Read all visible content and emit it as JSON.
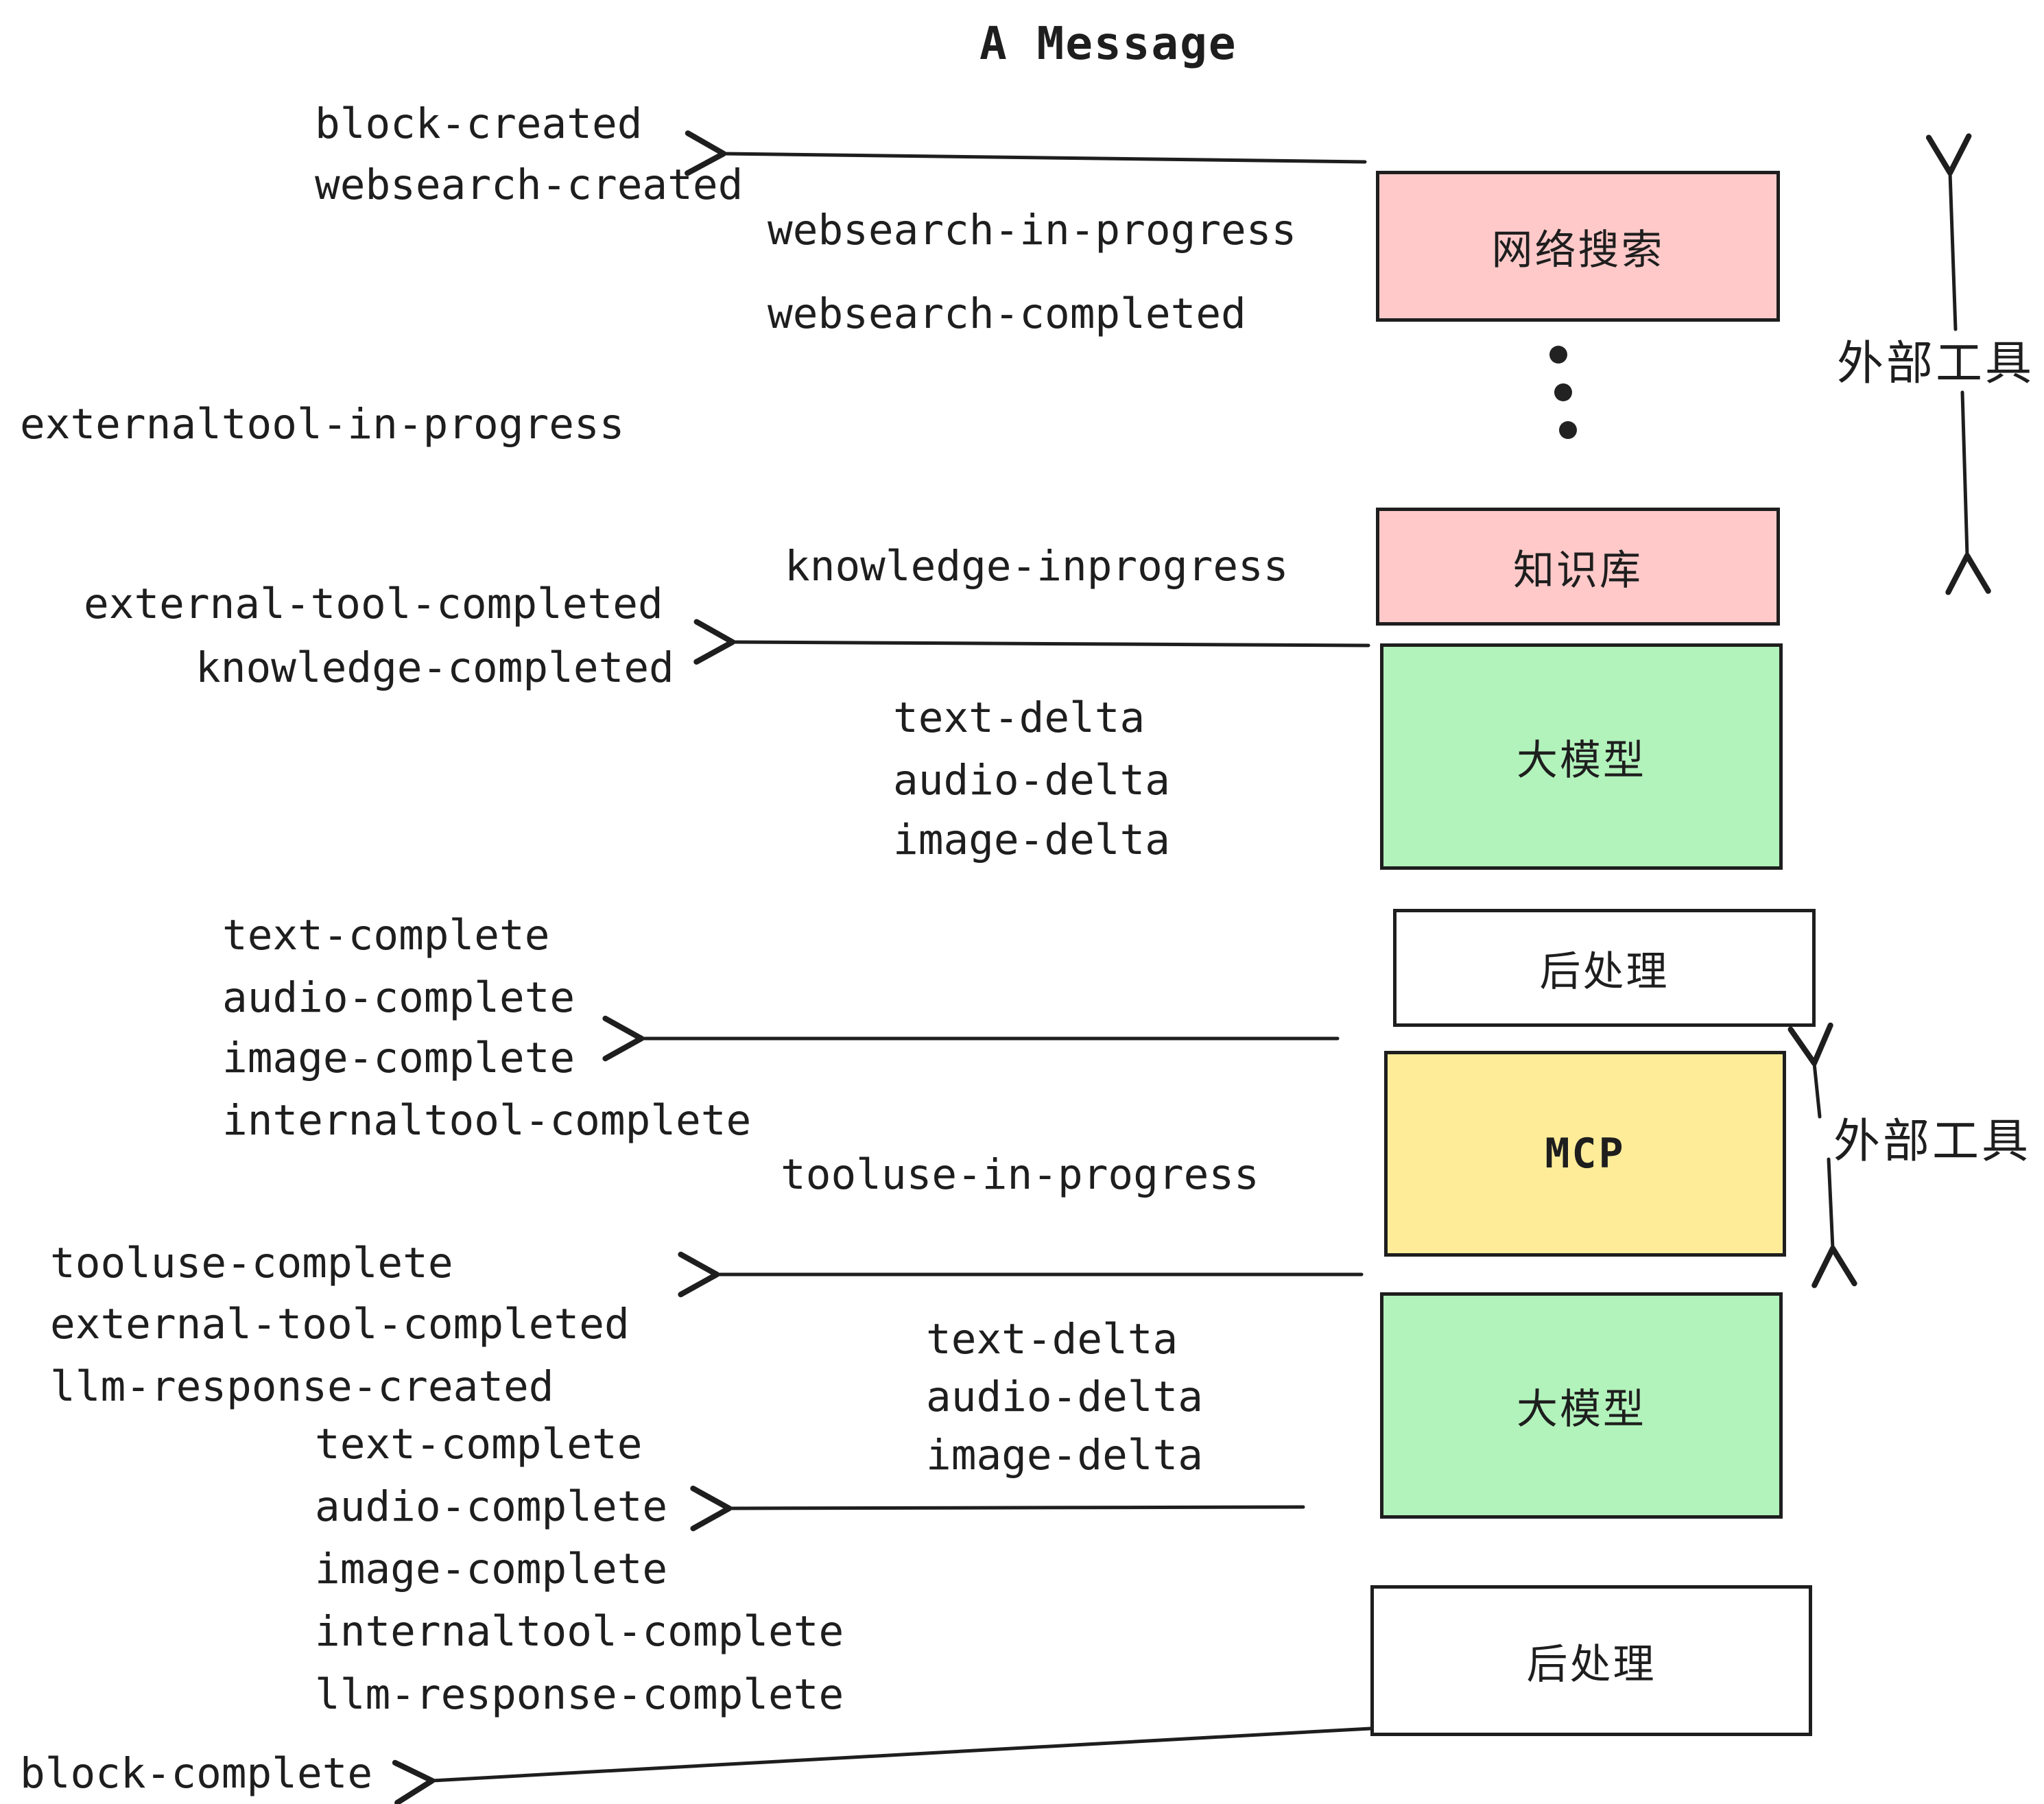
{
  "title": "A Message",
  "colors": {
    "pink": "#ffc9c9",
    "green": "#b2f2bb",
    "yellow": "#ffec99",
    "ink": "#1e1e1e",
    "bg": "#ffffff"
  },
  "boxes": [
    {
      "label": "网络搜索"
    },
    {
      "label": "知识库"
    },
    {
      "label": "大模型"
    },
    {
      "label": "后处理"
    },
    {
      "label": "MCP"
    },
    {
      "label": "大模型"
    },
    {
      "label": "后处理"
    }
  ],
  "annotations": {
    "external_tools_top": "外部工具",
    "external_tools_bottom": "外部工具"
  },
  "events": [
    "block-created",
    "websearch-created",
    "websearch-in-progress",
    "websearch-completed",
    "externaltool-in-progress",
    "knowledge-inprogress",
    "external-tool-completed",
    "knowledge-completed",
    "text-delta",
    "audio-delta",
    "image-delta",
    "text-complete",
    "audio-complete",
    "image-complete",
    "internaltool-complete",
    "tooluse-in-progress",
    "tooluse-complete",
    "external-tool-completed",
    "llm-response-created",
    "text-complete",
    "audio-complete",
    "image-complete",
    "internaltool-complete",
    "llm-response-complete",
    "block-complete",
    "text-delta",
    "audio-delta",
    "image-delta"
  ]
}
